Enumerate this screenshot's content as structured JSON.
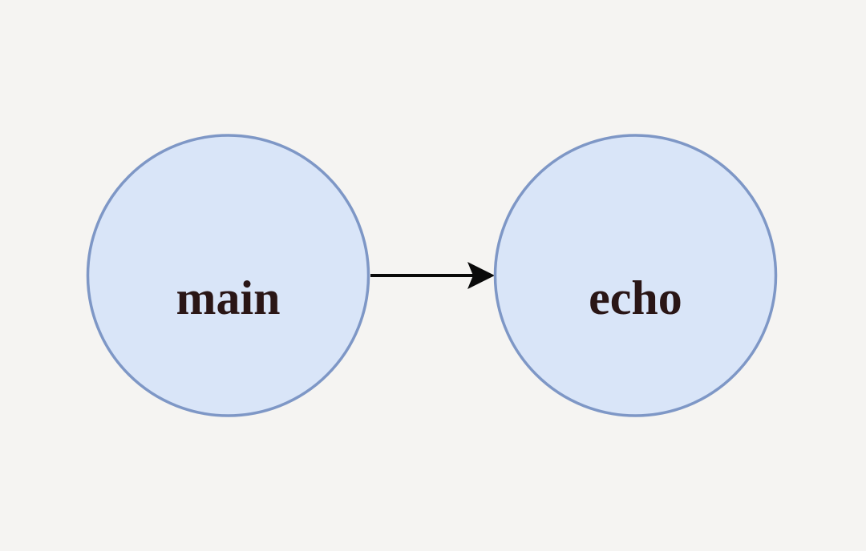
{
  "diagram": {
    "type": "flow",
    "nodes": [
      {
        "id": "main",
        "label": "main"
      },
      {
        "id": "echo",
        "label": "echo"
      }
    ],
    "edges": [
      {
        "from": "main",
        "to": "echo",
        "direction": "right",
        "style": "solid-arrow"
      }
    ],
    "colors": {
      "background": "#f5f4f2",
      "node_fill": "#d9e5f8",
      "node_border": "#7e97c6",
      "label_text": "#2a1616",
      "arrow": "#0a0a0a"
    }
  }
}
